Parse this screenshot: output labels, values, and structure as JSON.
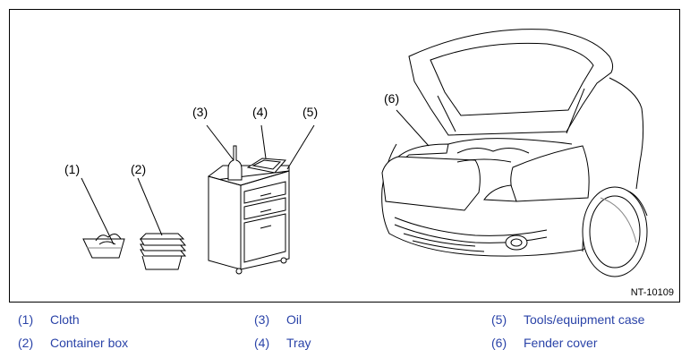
{
  "callouts": [
    "(1)",
    "(2)",
    "(3)",
    "(4)",
    "(5)",
    "(6)"
  ],
  "figure_id": "NT-10109",
  "legend": [
    {
      "num": "(1)",
      "label": "Cloth"
    },
    {
      "num": "(2)",
      "label": "Container box"
    },
    {
      "num": "(3)",
      "label": "Oil"
    },
    {
      "num": "(4)",
      "label": "Tray"
    },
    {
      "num": "(5)",
      "label": "Tools/equipment case"
    },
    {
      "num": "(6)",
      "label": "Fender cover"
    }
  ],
  "colors": {
    "legend_text": "#2a43a8",
    "line": "#000000"
  }
}
